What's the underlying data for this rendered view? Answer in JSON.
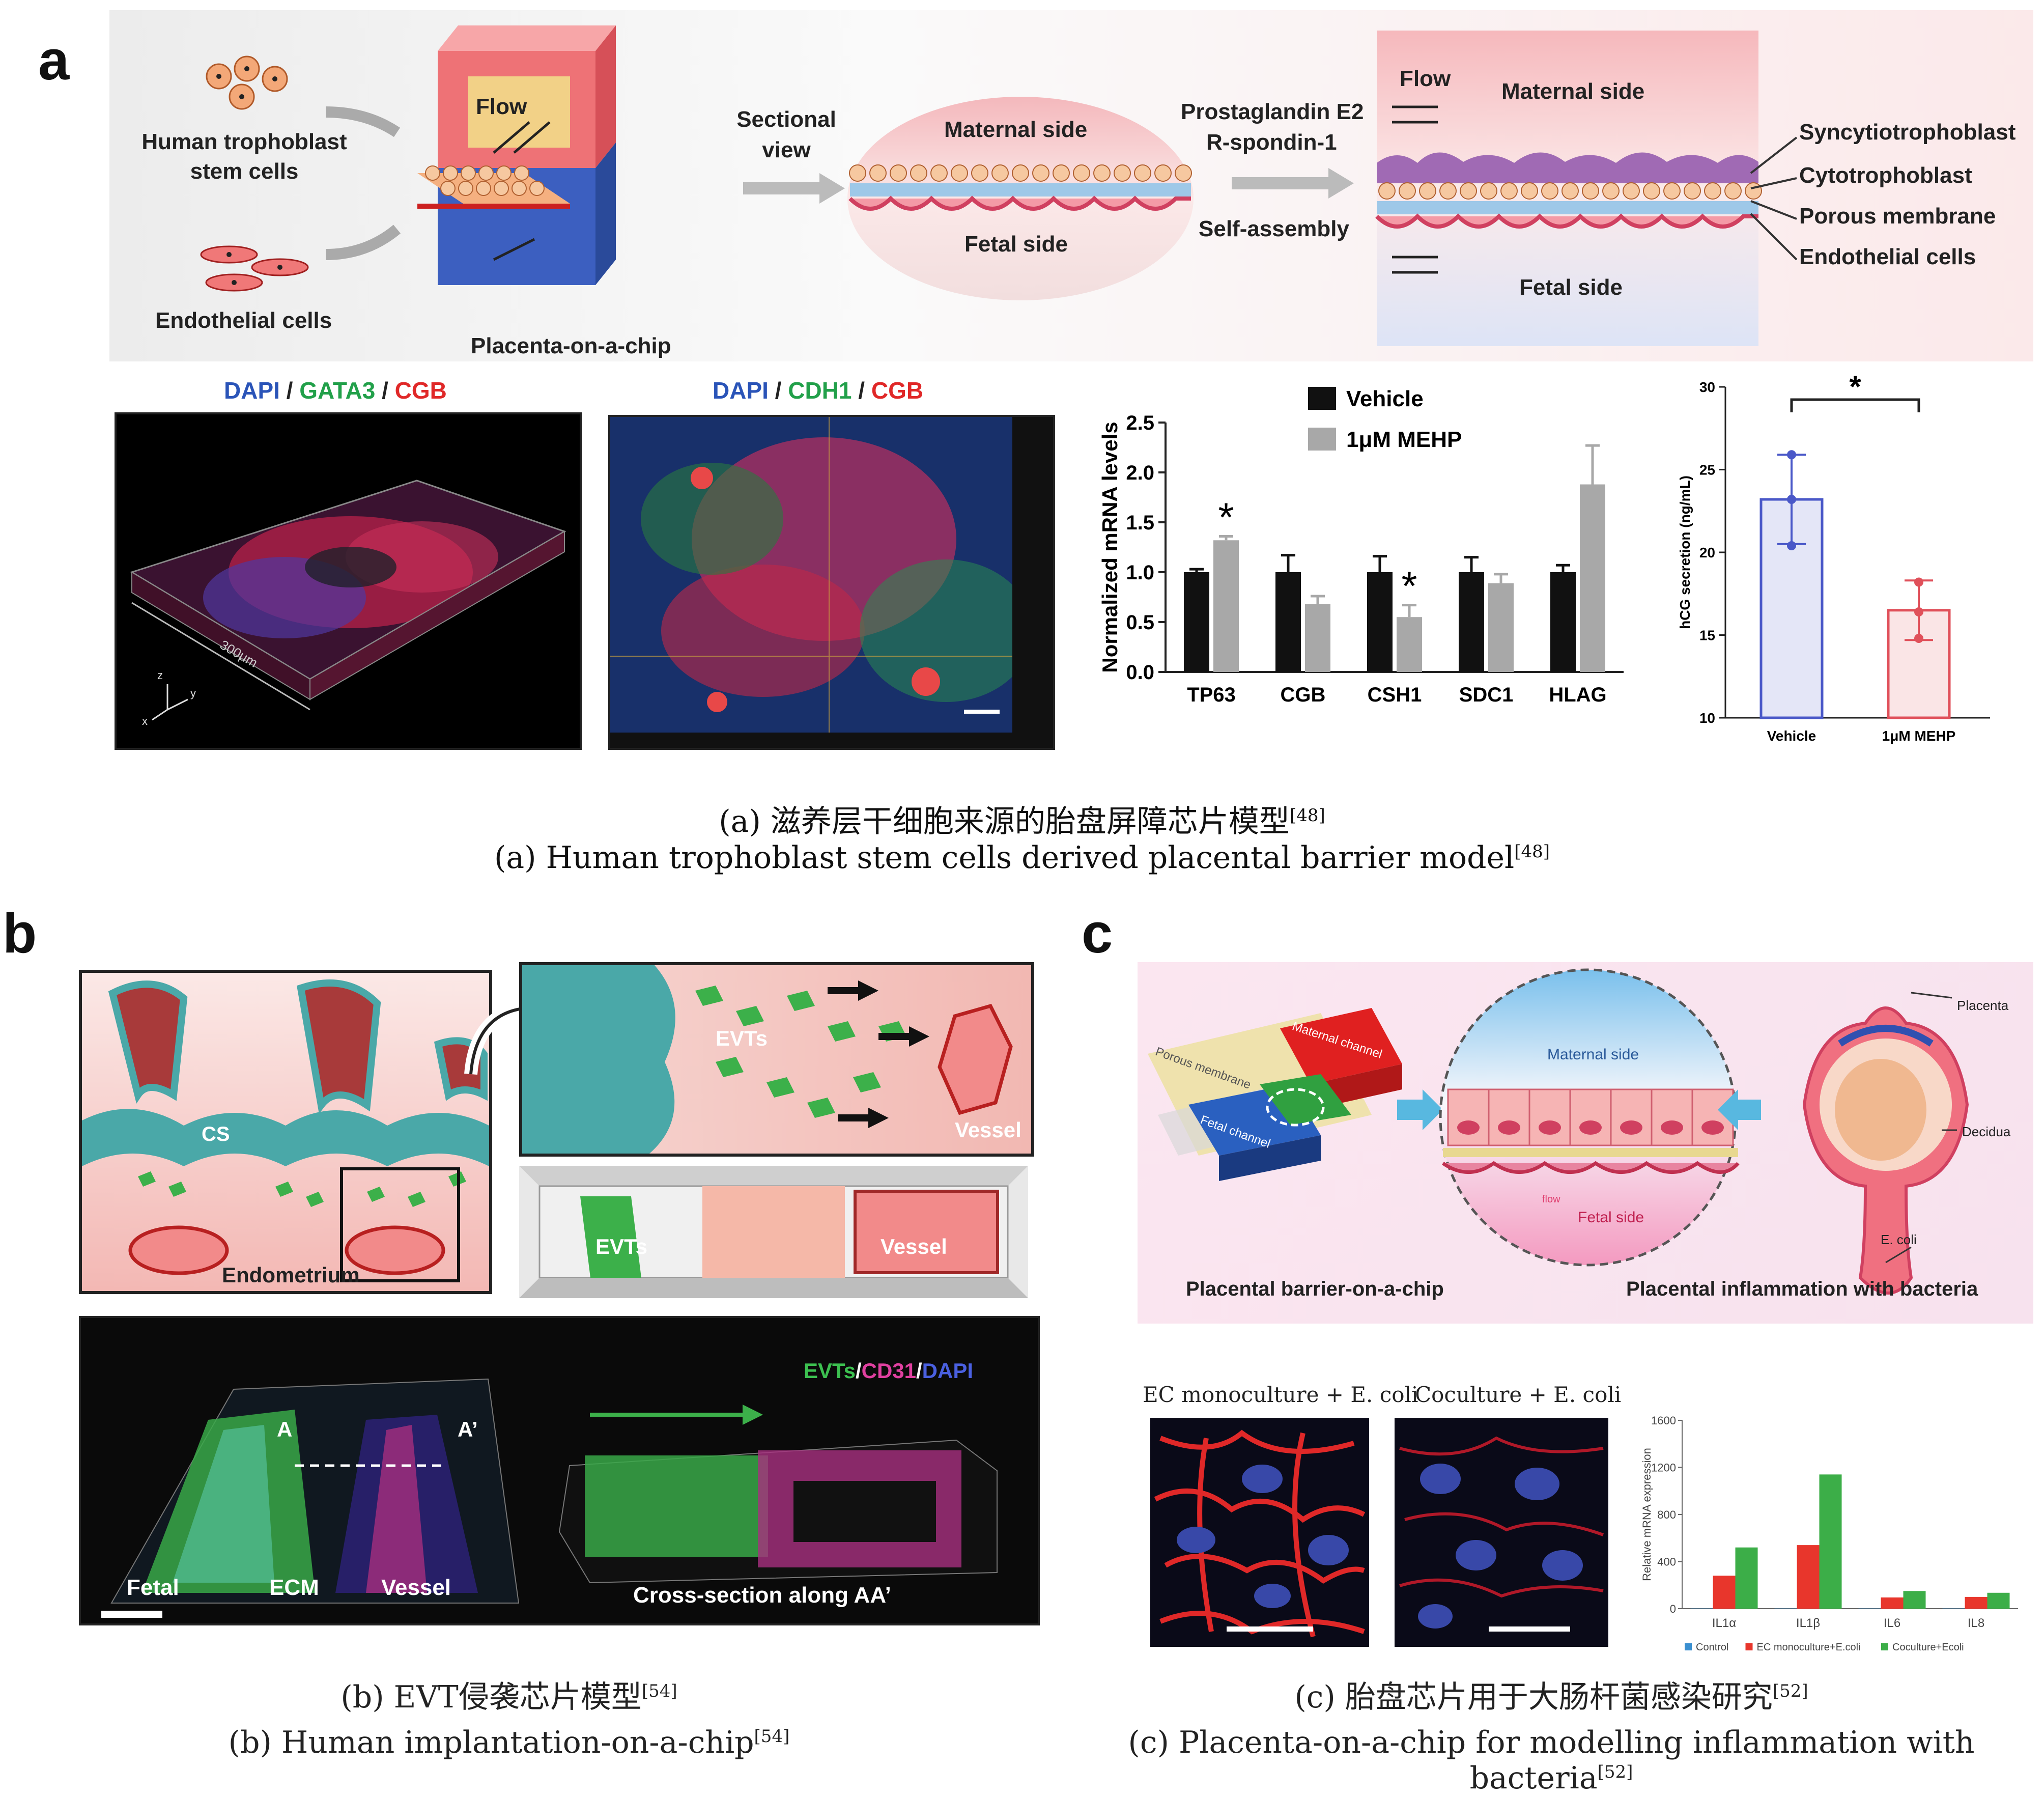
{
  "figure": {
    "panel_a": {
      "letter": "a",
      "schematic": {
        "human_trophoblast": "Human trophoblast stem cells",
        "endothelial": "Endothelial cells",
        "flow": "Flow",
        "chip": "Placenta-on-a-chip",
        "sectional_view": "Sectional view",
        "maternal_side": "Maternal side",
        "fetal_side": "Fetal side",
        "prostaglandin": "Prostaglandin E2",
        "rspondin": "R-spondin-1",
        "self_assembly": "Self-assembly",
        "flow2": "Flow",
        "maternal_side2": "Maternal side",
        "fetal_side2": "Fetal side",
        "syncytio": "Syncytiotrophoblast",
        "cytotropho": "Cytotrophoblast",
        "porous": "Porous membrane",
        "endo_cells": "Endothelial cells"
      },
      "micro1": {
        "dapi": "DAPI",
        "sep1": " / ",
        "marker": "GATA3",
        "sep2": " / ",
        "marker2": "CGB",
        "scale": "300μm",
        "axis_x": "x",
        "axis_y": "y",
        "axis_z": "z"
      },
      "micro2": {
        "dapi": "DAPI",
        "sep1": " / ",
        "marker": "CDH1",
        "sep2": " / ",
        "marker2": "CGB"
      },
      "caption_zh": "(a) 滋养层干细胞来源的胎盘屏障芯片模型",
      "caption_en": "(a) Human trophoblast stem cells derived placental barrier model",
      "ref": "[48]"
    },
    "panel_b": {
      "letter": "b",
      "cs": "CS",
      "endometrium": "Endometrium",
      "evts": "EVTs",
      "vessel": "Vessel",
      "evts2": "EVTs",
      "vessel2": "Vessel",
      "stain_evts": "EVTs",
      "stain_sep1": "/",
      "stain_cd31": "CD31",
      "stain_sep2": "/",
      "stain_dapi": "DAPI",
      "a_label": "A",
      "a2_label": "A’",
      "fetal": "Fetal",
      "ecm": "ECM",
      "vessel3": "Vessel",
      "cross_section": "Cross-section along AA’",
      "caption_zh": "(b) EVT侵袭芯片模型",
      "caption_en": "(b) Human implantation-on-a-chip",
      "ref": "[54]"
    },
    "panel_c": {
      "letter": "c",
      "porous_membrane": "Porous membrane",
      "maternal_channel": "Maternal channel",
      "fetal_channel": "Fetal channel",
      "maternal_side": "Maternal side",
      "fetal_side": "Fetal side",
      "flow": "flow",
      "placenta": "Placenta",
      "decidua": "Decidua",
      "ecoli": "E. coli",
      "barrier_title": "Placental barrier-on-a-chip",
      "inflammation_title": "Placental inflammation with bacteria",
      "ec_mono": "EC monoculture + E. coli",
      "coculture": "Coculture + E. coli",
      "caption_zh": "(c) 胎盘芯片用于大肠杆菌感染研究",
      "caption_en": "(c) Placenta-on-a-chip for modelling inflammation with bacteria",
      "ref": "[52]"
    }
  },
  "chart_data": [
    {
      "type": "bar",
      "id": "mrna",
      "ylabel": "Normalized mRNA levels",
      "ylim": [
        0,
        2.5
      ],
      "yticks": [
        "0.0",
        "0.5",
        "1.0",
        "1.5",
        "2.0",
        "2.5"
      ],
      "categories": [
        "TP63",
        "CGB",
        "CSH1",
        "SDC1",
        "HLAG"
      ],
      "series": [
        {
          "name": "Vehicle",
          "color": "#111111",
          "values": [
            1.0,
            1.0,
            1.0,
            1.0,
            1.0
          ],
          "errors": [
            0.03,
            0.17,
            0.16,
            0.15,
            0.07
          ]
        },
        {
          "name": "1μM MEHP",
          "color": "#a8a8a8",
          "values": [
            1.32,
            0.68,
            0.55,
            0.89,
            1.88
          ],
          "errors": [
            0.04,
            0.08,
            0.12,
            0.09,
            0.39
          ]
        }
      ],
      "stars": [
        {
          "category": "TP63",
          "series": 1,
          "text": "*"
        },
        {
          "category": "CSH1",
          "series": 1,
          "text": "*"
        }
      ],
      "legend": "top"
    },
    {
      "type": "bar",
      "id": "hcg",
      "ylabel": "hCG secretion (ng/mL)",
      "ylim": [
        10,
        30
      ],
      "yticks": [
        "10",
        "15",
        "20",
        "25",
        "30"
      ],
      "categories": [
        "Vehicle",
        "1μM MEHP"
      ],
      "values": [
        23.2,
        16.5
      ],
      "errors": [
        2.7,
        1.8
      ],
      "points": [
        [
          20.4,
          23.2,
          25.9
        ],
        [
          14.8,
          16.4,
          18.2
        ]
      ],
      "colors": [
        "#4a58c8",
        "#e0505a"
      ],
      "significance": "*"
    },
    {
      "type": "bar",
      "id": "il",
      "ylabel": "Relative mRNA expression",
      "ylim": [
        0,
        1600
      ],
      "yticks": [
        "0",
        "400",
        "800",
        "1200",
        "1600"
      ],
      "categories": [
        "IL1α",
        "IL1β",
        "IL6",
        "IL8"
      ],
      "series": [
        {
          "name": "Control",
          "color": "#3a8fd0",
          "values": [
            1,
            1,
            1,
            1
          ]
        },
        {
          "name": "EC monoculture+E.coli",
          "color": "#e8362c",
          "values": [
            280,
            540,
            95,
            100
          ]
        },
        {
          "name": "Coculture+Ecoli",
          "color": "#3cae48",
          "values": [
            520,
            1140,
            150,
            135
          ]
        }
      ],
      "legend": "bottom"
    }
  ]
}
